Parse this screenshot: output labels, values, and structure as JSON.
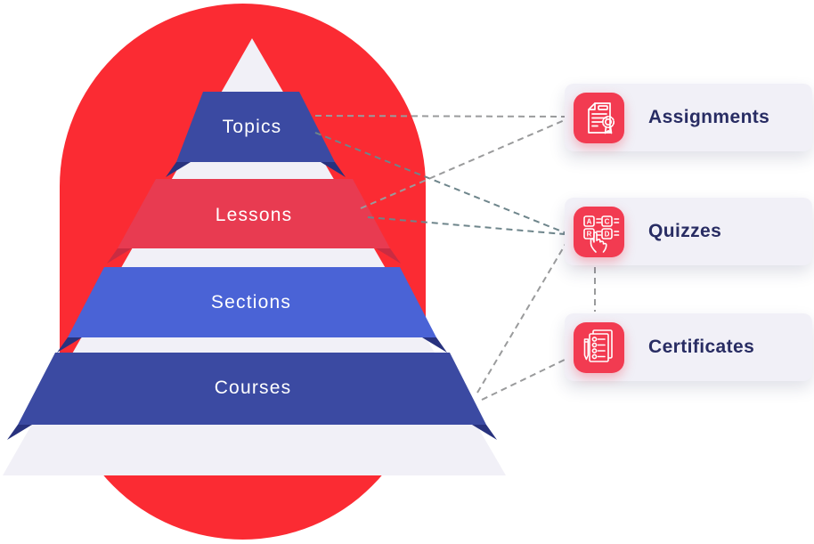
{
  "title": "LMS content hierarchy infographic",
  "colors": {
    "pill_red": "#FB2B33",
    "pyramid_white": "#F1F0F7",
    "layer_navy": "#3B4AA2",
    "fold_navy": "#28327E",
    "layer_crimson": "#E83B51",
    "fold_crimson": "#C92C42",
    "layer_blue": "#4A63D6",
    "card_bg": "#F1F0F7",
    "card_text": "#282C63",
    "icon_tile": "#F23B51",
    "icon_stroke": "#FFFFFF",
    "connector_gray": "#9A9B9C",
    "connector_teal": "#6E858B",
    "label_white": "#FFFFFF"
  },
  "pyramid": {
    "levels": [
      {
        "label": "Topics"
      },
      {
        "label": "Lessons"
      },
      {
        "label": "Sections"
      },
      {
        "label": "Courses"
      }
    ]
  },
  "cards": [
    {
      "label": "Assignments",
      "icon": "assignment-document-award-icon"
    },
    {
      "label": "Quizzes",
      "icon": "quiz-answer-options-hand-icon",
      "icon_letters": [
        "A",
        "C",
        "R",
        "D"
      ]
    },
    {
      "label": "Certificates",
      "icon": "certificate-checklist-pencil-icon"
    }
  ]
}
